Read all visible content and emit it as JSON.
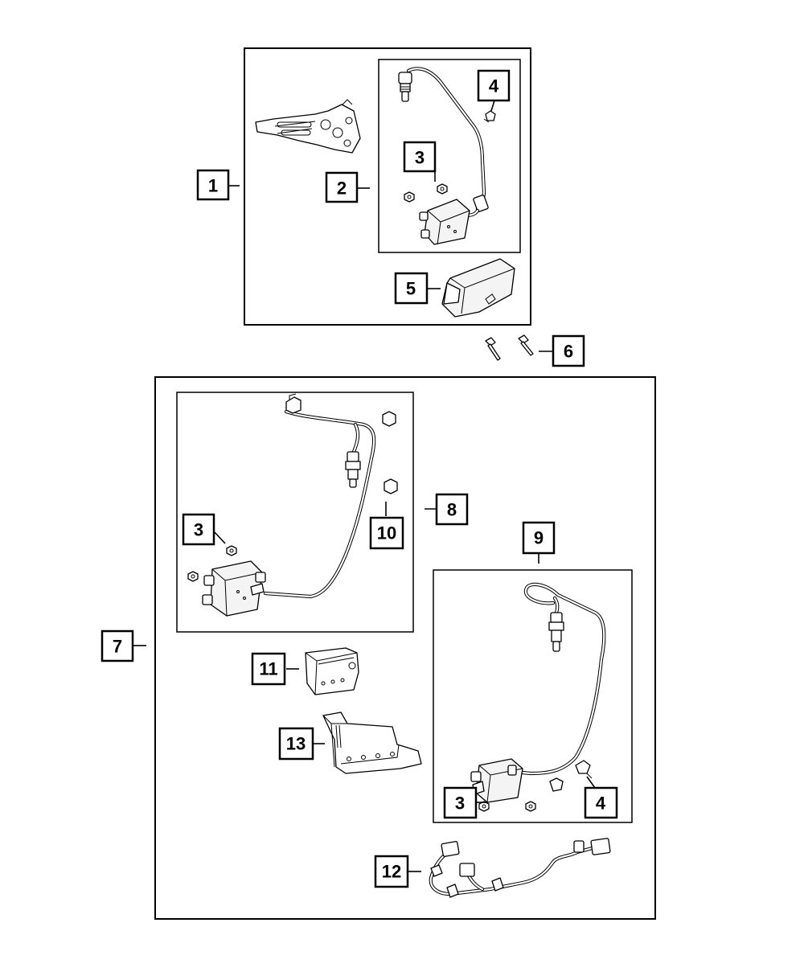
{
  "callouts": [
    {
      "id": "c1",
      "label": "1"
    },
    {
      "id": "c2",
      "label": "2"
    },
    {
      "id": "c3a",
      "label": "3"
    },
    {
      "id": "c4a",
      "label": "4"
    },
    {
      "id": "c5",
      "label": "5"
    },
    {
      "id": "c6",
      "label": "6"
    },
    {
      "id": "c7",
      "label": "7"
    },
    {
      "id": "c8",
      "label": "8"
    },
    {
      "id": "c3b",
      "label": "3"
    },
    {
      "id": "c10",
      "label": "10"
    },
    {
      "id": "c9",
      "label": "9"
    },
    {
      "id": "c11",
      "label": "11"
    },
    {
      "id": "c13",
      "label": "13"
    },
    {
      "id": "c3c",
      "label": "3"
    },
    {
      "id": "c4b",
      "label": "4"
    },
    {
      "id": "c12",
      "label": "12"
    }
  ],
  "colors": {
    "line": "#000000",
    "background": "#ffffff"
  },
  "parts": [
    "upper-bracket",
    "upper-sensor-assembly",
    "upper-nut",
    "upper-clip",
    "sensor-cover",
    "bolts",
    "left-sensor-assembly",
    "left-clips",
    "right-sensor-assembly",
    "small-bracket",
    "large-bracket",
    "wiring-harness"
  ]
}
